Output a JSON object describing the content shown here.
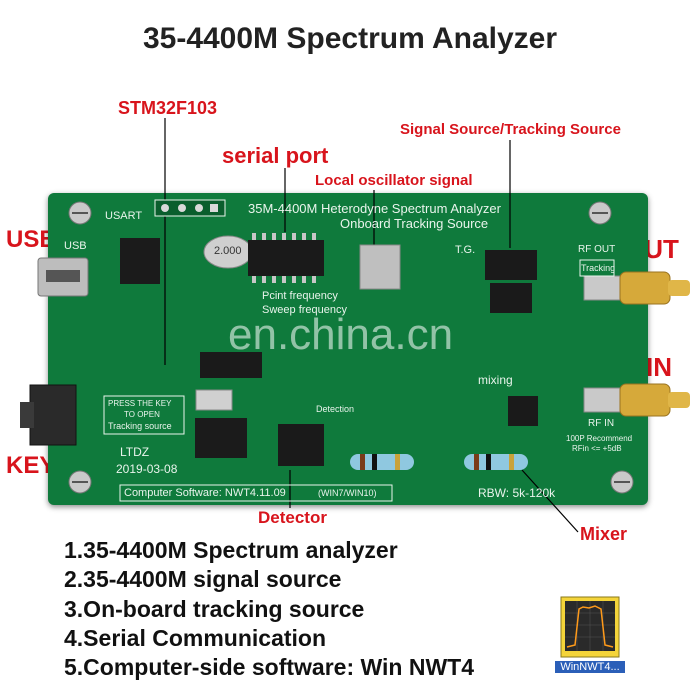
{
  "title": "35-4400M  Spectrum Analyzer",
  "callouts": {
    "stm32": "STM32F103",
    "serial_port": "serial port",
    "signal_source": "Signal Source/Tracking Source",
    "local_osc": "Local oscillator signal",
    "usb": "USB",
    "out": "OUT",
    "in": "IN",
    "key": "KEY",
    "detector": "Detector",
    "mixer": "Mixer"
  },
  "board": {
    "heading_1": "35M-4400M Heterodyne Spectrum Analyzer",
    "heading_2": "Onboard Tracking Source",
    "usart": "USART",
    "usb": "USB",
    "crystal": "2.000",
    "pcint_1": "Pcint frequency",
    "pcint_2": "Sweep frequency",
    "tg": "T.G.",
    "rf_out": "RF OUT",
    "tracking": "Tracking",
    "mixing": "mixing",
    "detection": "Detection",
    "key_1": "PRESS THE KEY",
    "key_2": "TO OPEN",
    "key_3": "Tracking source",
    "ltdz": "LTDZ",
    "date": "2019-03-08",
    "rf_in": "RF IN",
    "recommend_1": "100P Recommend",
    "recommend_2": "RFin <= +5dB",
    "software": "Computer Software: NWT4.11.09",
    "os": "(WIN7/WIN10)",
    "rbw": "RBW: 5k-120k",
    "watermark": "en.china.cn"
  },
  "features": [
    "1.35-4400M Spectrum analyzer",
    "2.35-4400M signal source",
    "3.On-board tracking source",
    "4.Serial Communication",
    "5.Computer-side software: Win NWT4"
  ],
  "app_icon": {
    "label": "WinNWT4..."
  },
  "colors": {
    "callout": "#d8141c",
    "pcb": "#0f7a3c",
    "silkscreen": "#e9f4ec"
  }
}
